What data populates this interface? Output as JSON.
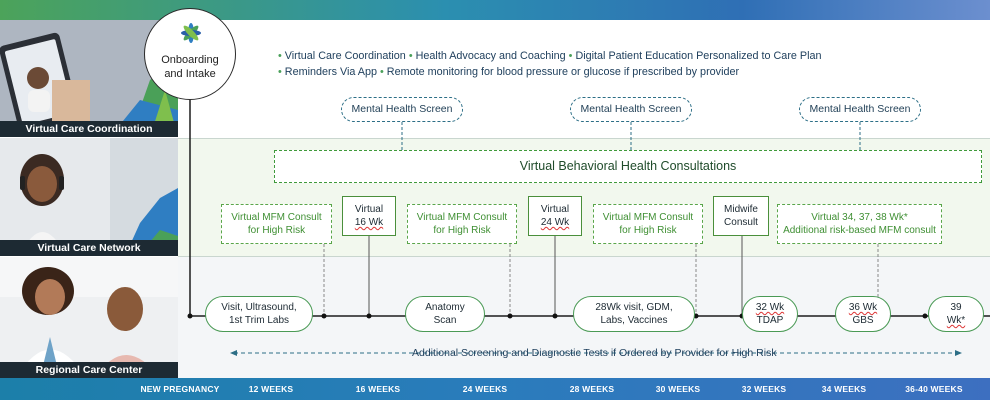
{
  "onboarding": {
    "label_line1": "Onboarding",
    "label_line2": "and Intake"
  },
  "panels": [
    {
      "caption": "Virtual Care Coordination"
    },
    {
      "caption": "Virtual Care Network"
    },
    {
      "caption": "Regional Care Center"
    }
  ],
  "bullets": {
    "line1": [
      "Virtual Care Coordination",
      "Health Advocacy and Coaching",
      "Digital Patient Education Personalized to Care Plan"
    ],
    "line2": [
      "Reminders Via App",
      "Remote monitoring for blood pressure or glucose if prescribed by provider"
    ]
  },
  "mental_health": [
    "Mental Health Screen",
    "Mental Health Screen",
    "Mental Health Screen"
  ],
  "behavioral": "Virtual Behavioral Health Consultations",
  "mfm_boxes": [
    {
      "l1": "Virtual MFM Consult",
      "l2": "for High Risk"
    },
    {
      "l1": "Virtual MFM Consult",
      "l2": "for High Risk"
    },
    {
      "l1": "Virtual MFM Consult",
      "l2": "for High Risk"
    },
    {
      "l1": "Virtual 34, 37, 38 Wk*",
      "l2": "Additional risk-based MFM consult"
    }
  ],
  "virtual_boxes": [
    {
      "l1": "Virtual",
      "l2": "16 Wk"
    },
    {
      "l1": "Virtual",
      "l2": "24 Wk"
    },
    {
      "l1": "Midwife",
      "l2": "Consult"
    }
  ],
  "visits": [
    {
      "l1": "Visit, Ultrasound,",
      "l2": "1st Trim Labs"
    },
    {
      "l1": "Anatomy",
      "l2": "Scan"
    },
    {
      "l1": "28Wk visit, GDM,",
      "l2": "Labs, Vaccines"
    },
    {
      "l1": "32 Wk",
      "l2": "TDAP"
    },
    {
      "l1": "36 Wk",
      "l2": "GBS"
    },
    {
      "l1": "39",
      "l2": "Wk*"
    }
  ],
  "additional": "Additional Screening and Diagnostic Tests if Ordered by Provider for High Risk",
  "weeks": [
    "NEW PREGNANCY",
    "12 WEEKS",
    "16 WEEKS",
    "24 WEEKS",
    "28 WEEKS",
    "30 WEEKS",
    "32 WEEKS",
    "34 WEEKS",
    "36-40 WEEKS"
  ],
  "colors": {
    "green": "#4a9a55",
    "teal": "#2c6e86",
    "navy": "#21415e",
    "bar": "#2a7cbc"
  }
}
